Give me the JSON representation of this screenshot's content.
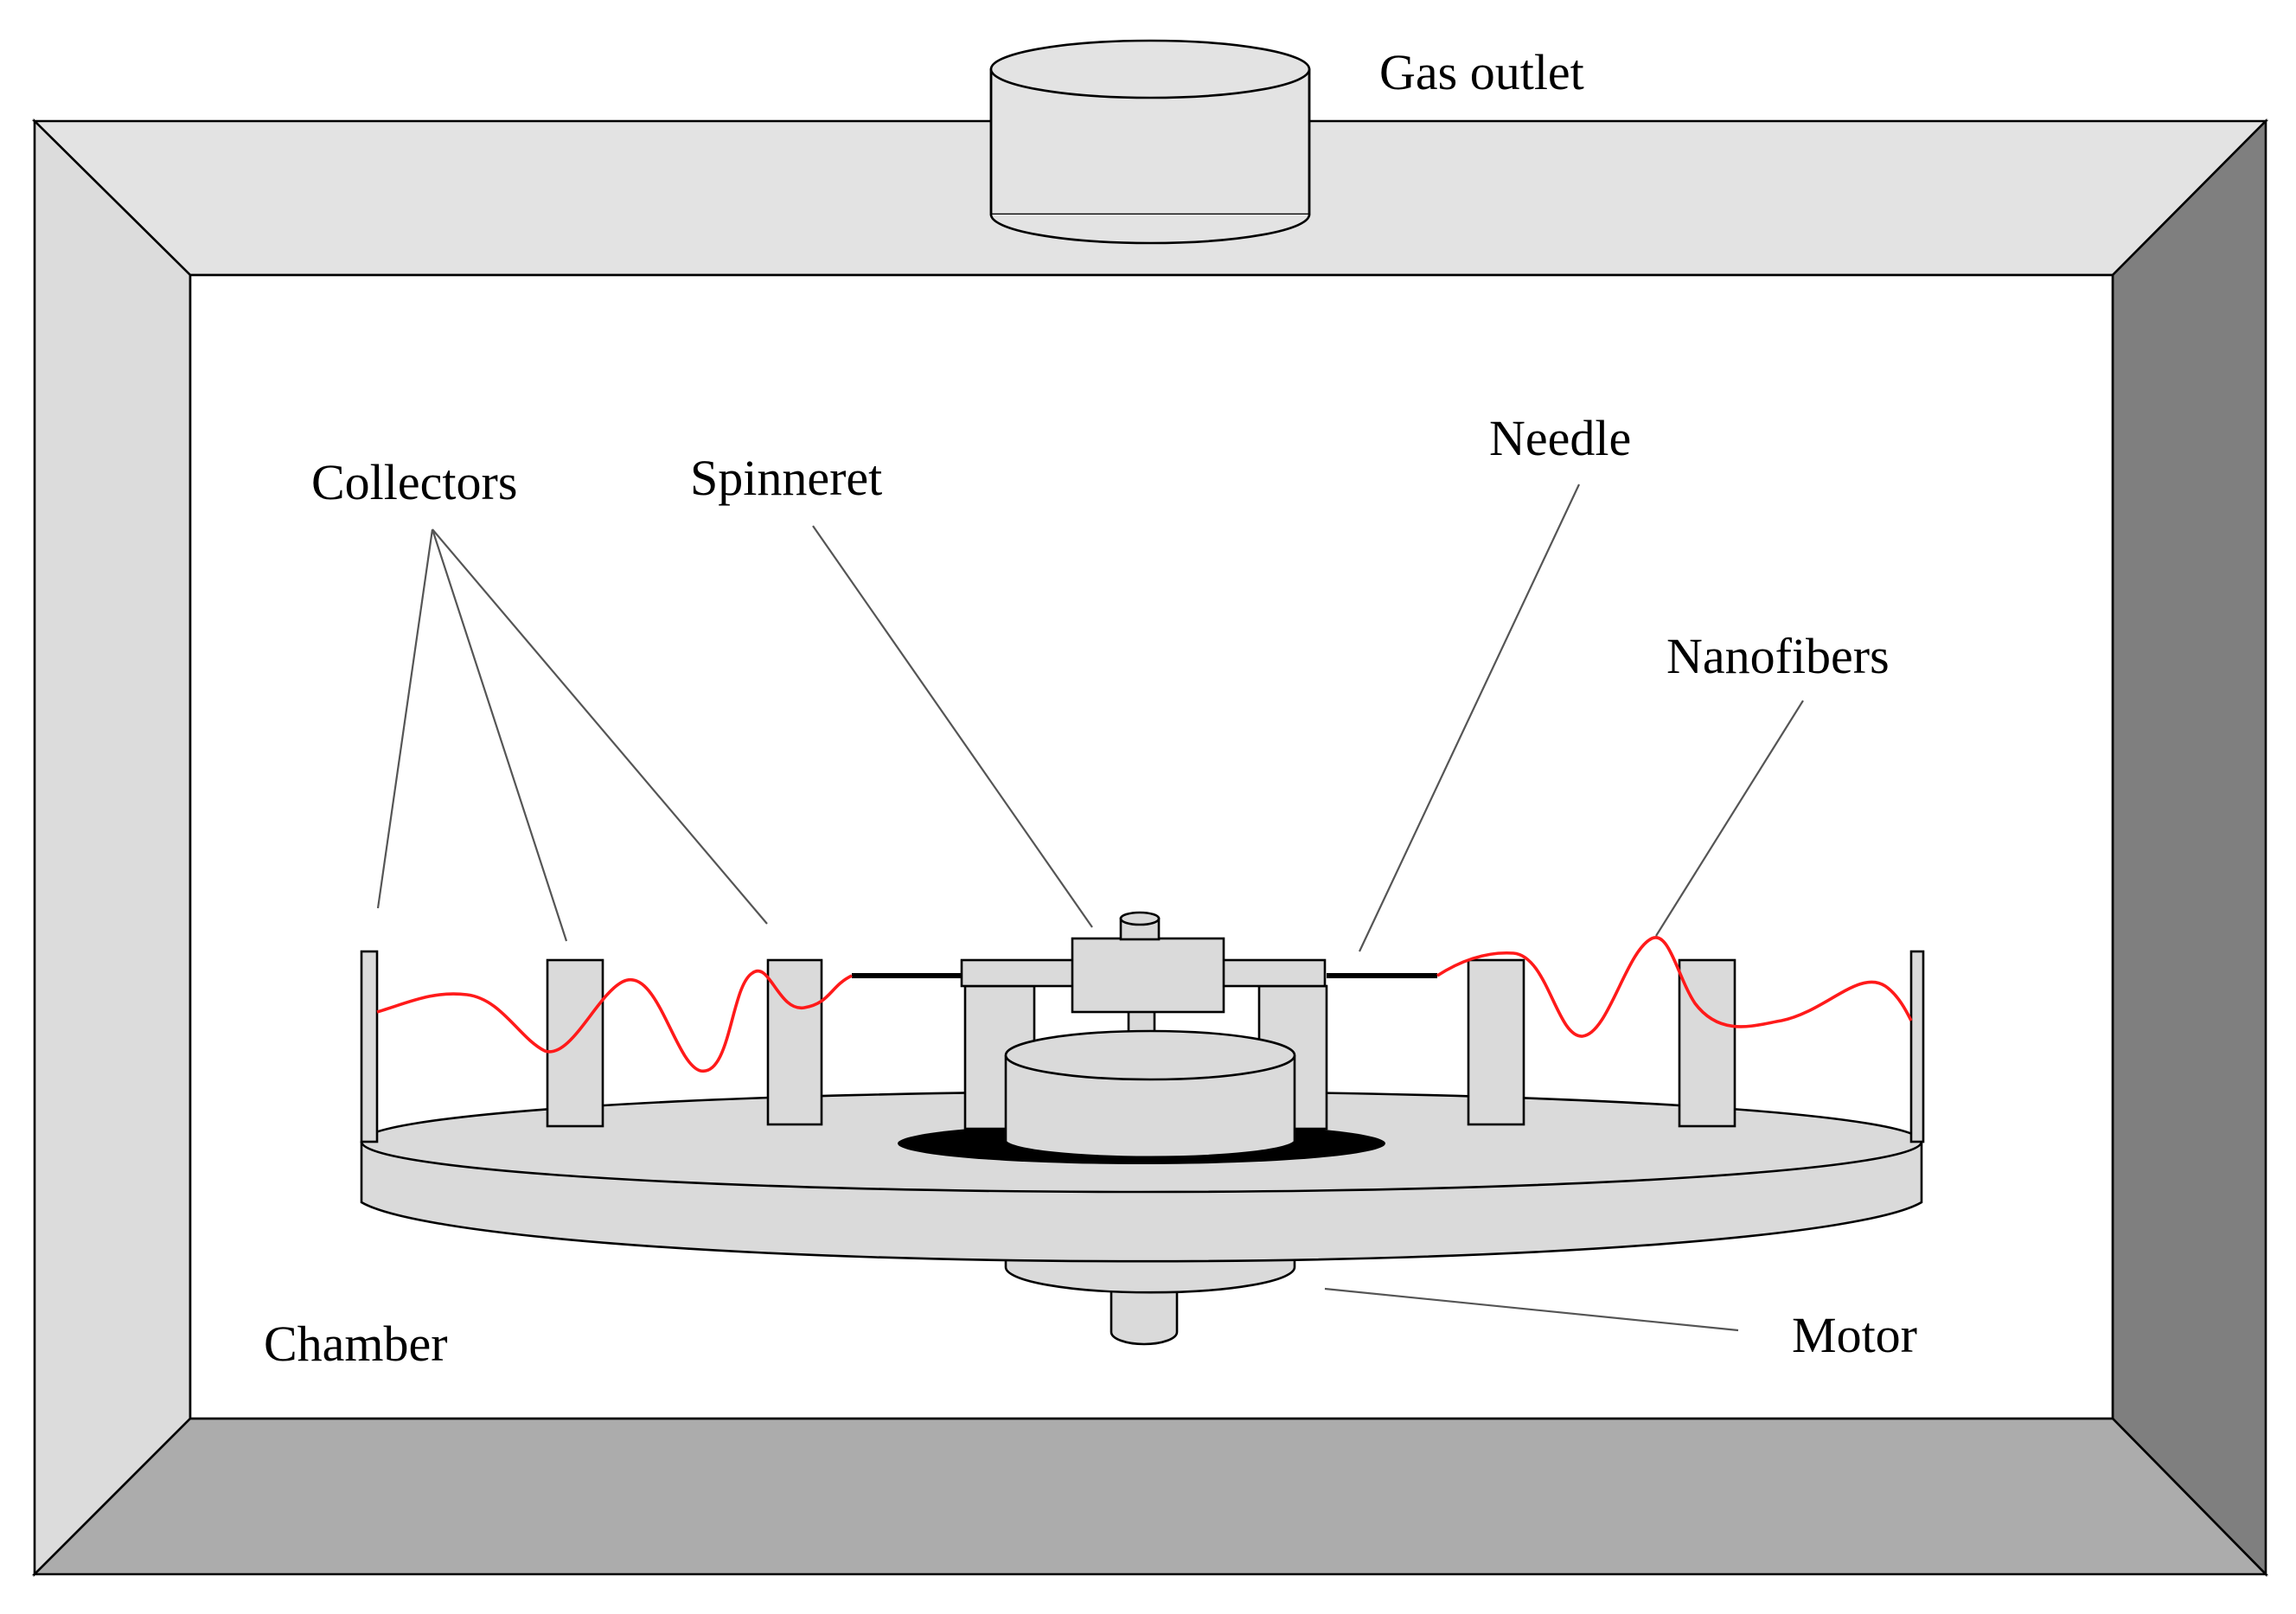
{
  "labels": {
    "gas_outlet": "Gas outlet",
    "collectors": "Collectors",
    "spinneret": "Spinneret",
    "needle": "Needle",
    "nanofibers": "Nanofibers",
    "chamber": "Chamber",
    "motor": "Motor"
  },
  "colors": {
    "frame_top": "#e3e3e3",
    "frame_left": "#dcdcdc",
    "frame_right": "#7f7f7f",
    "frame_bottom": "#acacac",
    "parts": "#dadada",
    "fiber": "#ff1a1a",
    "leader": "#555555"
  }
}
